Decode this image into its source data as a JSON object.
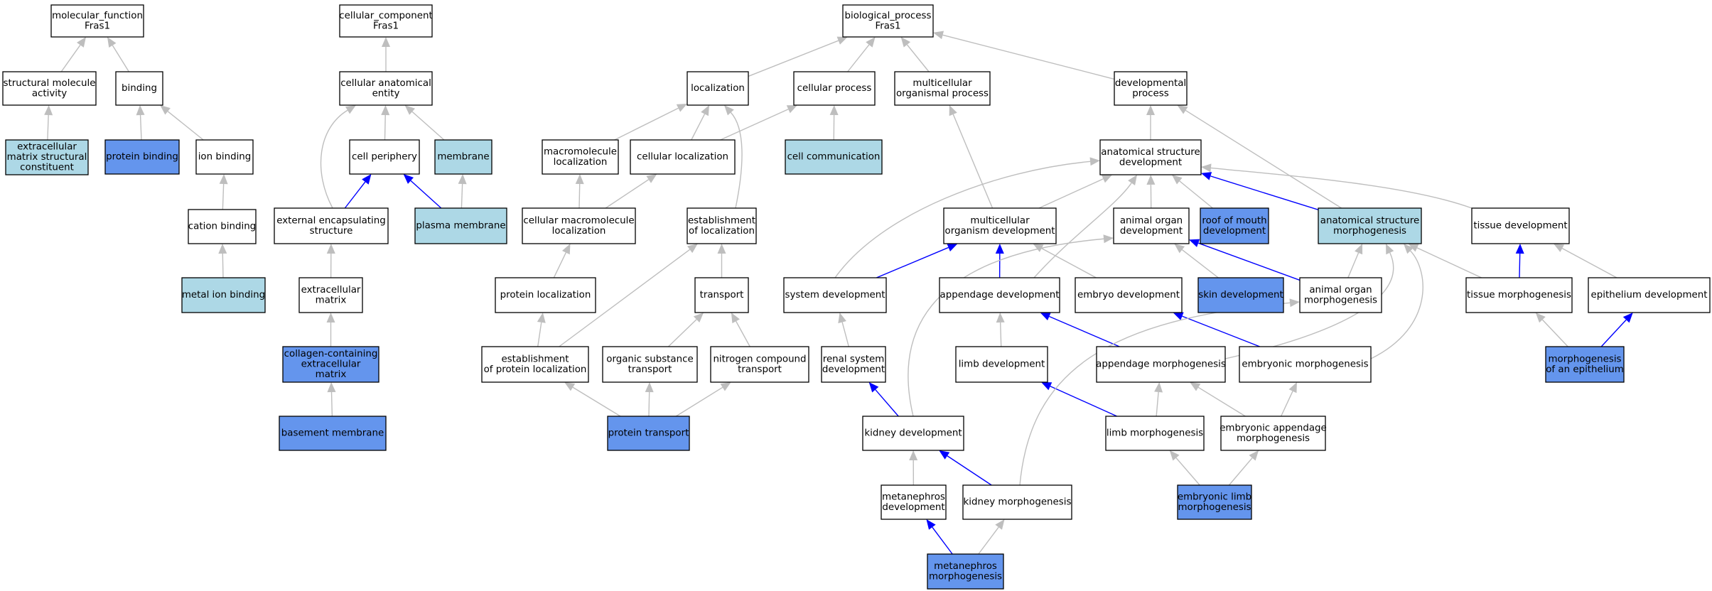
{
  "colors": {
    "plain": "#ffffff",
    "light": "#add8e6",
    "dark": "#6495ed",
    "edge_gray": "#bebebe",
    "edge_blue": "#0000ff",
    "border": "#000000"
  },
  "nodes": [
    {
      "id": "mf",
      "lines": [
        "molecular_function",
        "Fras1"
      ],
      "fill": "plain"
    },
    {
      "id": "sma",
      "lines": [
        "structural molecule",
        "activity"
      ],
      "fill": "plain"
    },
    {
      "id": "binding",
      "lines": [
        "binding"
      ],
      "fill": "plain"
    },
    {
      "id": "emsc",
      "lines": [
        "extracellular",
        "matrix structural",
        "constituent"
      ],
      "fill": "light"
    },
    {
      "id": "protbind",
      "lines": [
        "protein binding"
      ],
      "fill": "dark"
    },
    {
      "id": "ionbind",
      "lines": [
        "ion binding"
      ],
      "fill": "plain"
    },
    {
      "id": "catbind",
      "lines": [
        "cation binding"
      ],
      "fill": "plain"
    },
    {
      "id": "metalbind",
      "lines": [
        "metal ion binding"
      ],
      "fill": "light"
    },
    {
      "id": "cc",
      "lines": [
        "cellular_component",
        "Fras1"
      ],
      "fill": "plain"
    },
    {
      "id": "cae",
      "lines": [
        "cellular anatomical",
        "entity"
      ],
      "fill": "plain"
    },
    {
      "id": "cellper",
      "lines": [
        "cell periphery"
      ],
      "fill": "plain"
    },
    {
      "id": "membrane",
      "lines": [
        "membrane"
      ],
      "fill": "light"
    },
    {
      "id": "ees",
      "lines": [
        "external encapsulating",
        "structure"
      ],
      "fill": "plain"
    },
    {
      "id": "plasmamem",
      "lines": [
        "plasma membrane"
      ],
      "fill": "light"
    },
    {
      "id": "ecm",
      "lines": [
        "extracellular",
        "matrix"
      ],
      "fill": "plain"
    },
    {
      "id": "ccem",
      "lines": [
        "collagen-containing",
        "extracellular",
        "matrix"
      ],
      "fill": "dark"
    },
    {
      "id": "basement",
      "lines": [
        "basement membrane"
      ],
      "fill": "dark"
    },
    {
      "id": "bp",
      "lines": [
        "biological_process",
        "Fras1"
      ],
      "fill": "plain"
    },
    {
      "id": "loc",
      "lines": [
        "localization"
      ],
      "fill": "plain"
    },
    {
      "id": "cellproc",
      "lines": [
        "cellular process"
      ],
      "fill": "plain"
    },
    {
      "id": "multiproc",
      "lines": [
        "multicellular",
        "organismal process"
      ],
      "fill": "plain"
    },
    {
      "id": "devproc",
      "lines": [
        "developmental",
        "process"
      ],
      "fill": "plain"
    },
    {
      "id": "macroloc",
      "lines": [
        "macromolecule",
        "localization"
      ],
      "fill": "plain"
    },
    {
      "id": "cellloc",
      "lines": [
        "cellular localization"
      ],
      "fill": "plain"
    },
    {
      "id": "cellcomm",
      "lines": [
        "cell communication"
      ],
      "fill": "light"
    },
    {
      "id": "asd",
      "lines": [
        "anatomical structure",
        "development"
      ],
      "fill": "plain"
    },
    {
      "id": "cml",
      "lines": [
        "cellular macromolecule",
        "localization"
      ],
      "fill": "plain"
    },
    {
      "id": "estloc",
      "lines": [
        "establishment",
        "of localization"
      ],
      "fill": "plain"
    },
    {
      "id": "mod",
      "lines": [
        "multicellular",
        "organism development"
      ],
      "fill": "plain"
    },
    {
      "id": "aod",
      "lines": [
        "animal organ",
        "development"
      ],
      "fill": "plain"
    },
    {
      "id": "rmd",
      "lines": [
        "roof of mouth",
        "development"
      ],
      "fill": "dark"
    },
    {
      "id": "asm",
      "lines": [
        "anatomical structure",
        "morphogenesis"
      ],
      "fill": "light"
    },
    {
      "id": "tissuedev",
      "lines": [
        "tissue development"
      ],
      "fill": "plain"
    },
    {
      "id": "protloc",
      "lines": [
        "protein localization"
      ],
      "fill": "plain"
    },
    {
      "id": "transport",
      "lines": [
        "transport"
      ],
      "fill": "plain"
    },
    {
      "id": "sysdev",
      "lines": [
        "system development"
      ],
      "fill": "plain"
    },
    {
      "id": "appdev",
      "lines": [
        "appendage development"
      ],
      "fill": "plain"
    },
    {
      "id": "embdev",
      "lines": [
        "embryo development"
      ],
      "fill": "plain"
    },
    {
      "id": "skindev",
      "lines": [
        "skin development"
      ],
      "fill": "dark"
    },
    {
      "id": "aom",
      "lines": [
        "animal organ",
        "morphogenesis"
      ],
      "fill": "plain"
    },
    {
      "id": "tissmorph",
      "lines": [
        "tissue morphogenesis"
      ],
      "fill": "plain"
    },
    {
      "id": "epidev",
      "lines": [
        "epithelium development"
      ],
      "fill": "plain"
    },
    {
      "id": "estprotloc",
      "lines": [
        "establishment",
        "of protein localization"
      ],
      "fill": "plain"
    },
    {
      "id": "orgtrans",
      "lines": [
        "organic substance",
        "transport"
      ],
      "fill": "plain"
    },
    {
      "id": "nitrans",
      "lines": [
        "nitrogen compound",
        "transport"
      ],
      "fill": "plain"
    },
    {
      "id": "renal",
      "lines": [
        "renal system",
        "development"
      ],
      "fill": "plain"
    },
    {
      "id": "limbdev",
      "lines": [
        "limb development"
      ],
      "fill": "plain"
    },
    {
      "id": "appmorph",
      "lines": [
        "appendage morphogenesis"
      ],
      "fill": "plain"
    },
    {
      "id": "embmorph",
      "lines": [
        "embryonic morphogenesis"
      ],
      "fill": "plain"
    },
    {
      "id": "morphepi",
      "lines": [
        "morphogenesis",
        "of an epithelium"
      ],
      "fill": "dark"
    },
    {
      "id": "prottrans",
      "lines": [
        "protein transport"
      ],
      "fill": "dark"
    },
    {
      "id": "kidneydev",
      "lines": [
        "kidney development"
      ],
      "fill": "plain"
    },
    {
      "id": "limbmorph",
      "lines": [
        "limb morphogenesis"
      ],
      "fill": "plain"
    },
    {
      "id": "embappmorph",
      "lines": [
        "embryonic appendage",
        "morphogenesis"
      ],
      "fill": "plain"
    },
    {
      "id": "metadev",
      "lines": [
        "metanephros",
        "development"
      ],
      "fill": "plain"
    },
    {
      "id": "kidmorph",
      "lines": [
        "kidney morphogenesis"
      ],
      "fill": "plain"
    },
    {
      "id": "emblimb",
      "lines": [
        "embryonic limb",
        "morphogenesis"
      ],
      "fill": "dark"
    },
    {
      "id": "metamorph",
      "lines": [
        "metanephros",
        "morphogenesis"
      ],
      "fill": "dark"
    }
  ],
  "edges": [
    {
      "from": "sma",
      "to": "mf",
      "color": "gray"
    },
    {
      "from": "binding",
      "to": "mf",
      "color": "gray"
    },
    {
      "from": "emsc",
      "to": "sma",
      "color": "gray"
    },
    {
      "from": "protbind",
      "to": "binding",
      "color": "gray"
    },
    {
      "from": "ionbind",
      "to": "binding",
      "color": "gray"
    },
    {
      "from": "catbind",
      "to": "ionbind",
      "color": "gray"
    },
    {
      "from": "metalbind",
      "to": "catbind",
      "color": "gray"
    },
    {
      "from": "cae",
      "to": "cc",
      "color": "gray"
    },
    {
      "from": "cellper",
      "to": "cae",
      "color": "gray"
    },
    {
      "from": "membrane",
      "to": "cae",
      "color": "gray"
    },
    {
      "from": "ees",
      "to": "cae",
      "color": "gray"
    },
    {
      "from": "ees",
      "to": "cellper",
      "color": "blue"
    },
    {
      "from": "plasmamem",
      "to": "cellper",
      "color": "blue"
    },
    {
      "from": "plasmamem",
      "to": "membrane",
      "color": "gray"
    },
    {
      "from": "ecm",
      "to": "ees",
      "color": "gray"
    },
    {
      "from": "ccem",
      "to": "ecm",
      "color": "gray"
    },
    {
      "from": "basement",
      "to": "ccem",
      "color": "gray"
    },
    {
      "from": "loc",
      "to": "bp",
      "color": "gray"
    },
    {
      "from": "cellproc",
      "to": "bp",
      "color": "gray"
    },
    {
      "from": "multiproc",
      "to": "bp",
      "color": "gray"
    },
    {
      "from": "devproc",
      "to": "bp",
      "color": "gray"
    },
    {
      "from": "macroloc",
      "to": "loc",
      "color": "gray"
    },
    {
      "from": "cellloc",
      "to": "loc",
      "color": "gray"
    },
    {
      "from": "cellloc",
      "to": "cellproc",
      "color": "gray"
    },
    {
      "from": "cellcomm",
      "to": "cellproc",
      "color": "gray"
    },
    {
      "from": "estloc",
      "to": "loc",
      "color": "gray"
    },
    {
      "from": "asd",
      "to": "devproc",
      "color": "gray"
    },
    {
      "from": "cml",
      "to": "macroloc",
      "color": "gray"
    },
    {
      "from": "cml",
      "to": "cellloc",
      "color": "gray"
    },
    {
      "from": "mod",
      "to": "multiproc",
      "color": "gray"
    },
    {
      "from": "mod",
      "to": "asd",
      "color": "gray"
    },
    {
      "from": "aod",
      "to": "asd",
      "color": "gray"
    },
    {
      "from": "rmd",
      "to": "asd",
      "color": "gray"
    },
    {
      "from": "asm",
      "to": "asd",
      "color": "blue"
    },
    {
      "from": "asm",
      "to": "devproc",
      "color": "gray"
    },
    {
      "from": "tissuedev",
      "to": "asd",
      "color": "gray"
    },
    {
      "from": "protloc",
      "to": "cml",
      "color": "gray"
    },
    {
      "from": "transport",
      "to": "estloc",
      "color": "gray"
    },
    {
      "from": "sysdev",
      "to": "mod",
      "color": "blue"
    },
    {
      "from": "sysdev",
      "to": "asd",
      "color": "gray"
    },
    {
      "from": "appdev",
      "to": "mod",
      "color": "blue"
    },
    {
      "from": "appdev",
      "to": "asd",
      "color": "gray"
    },
    {
      "from": "embdev",
      "to": "mod",
      "color": "gray"
    },
    {
      "from": "skindev",
      "to": "aod",
      "color": "gray"
    },
    {
      "from": "aom",
      "to": "aod",
      "color": "blue"
    },
    {
      "from": "aom",
      "to": "asm",
      "color": "gray"
    },
    {
      "from": "tissmorph",
      "to": "tissuedev",
      "color": "blue"
    },
    {
      "from": "tissmorph",
      "to": "asm",
      "color": "gray"
    },
    {
      "from": "epidev",
      "to": "tissuedev",
      "color": "gray"
    },
    {
      "from": "estprotloc",
      "to": "protloc",
      "color": "gray"
    },
    {
      "from": "estprotloc",
      "to": "estloc",
      "color": "gray"
    },
    {
      "from": "orgtrans",
      "to": "transport",
      "color": "gray"
    },
    {
      "from": "nitrans",
      "to": "transport",
      "color": "gray"
    },
    {
      "from": "renal",
      "to": "sysdev",
      "color": "gray"
    },
    {
      "from": "limbdev",
      "to": "appdev",
      "color": "gray"
    },
    {
      "from": "appmorph",
      "to": "appdev",
      "color": "blue"
    },
    {
      "from": "appmorph",
      "to": "asm",
      "color": "gray"
    },
    {
      "from": "embmorph",
      "to": "embdev",
      "color": "blue"
    },
    {
      "from": "embmorph",
      "to": "asm",
      "color": "gray"
    },
    {
      "from": "morphepi",
      "to": "tissmorph",
      "color": "gray"
    },
    {
      "from": "morphepi",
      "to": "epidev",
      "color": "blue"
    },
    {
      "from": "prottrans",
      "to": "estprotloc",
      "color": "gray"
    },
    {
      "from": "prottrans",
      "to": "orgtrans",
      "color": "gray"
    },
    {
      "from": "prottrans",
      "to": "nitrans",
      "color": "gray"
    },
    {
      "from": "kidneydev",
      "to": "renal",
      "color": "blue"
    },
    {
      "from": "kidneydev",
      "to": "aod",
      "color": "gray"
    },
    {
      "from": "limbmorph",
      "to": "limbdev",
      "color": "blue"
    },
    {
      "from": "limbmorph",
      "to": "appmorph",
      "color": "gray"
    },
    {
      "from": "embappmorph",
      "to": "appmorph",
      "color": "gray"
    },
    {
      "from": "embappmorph",
      "to": "embmorph",
      "color": "gray"
    },
    {
      "from": "metadev",
      "to": "kidneydev",
      "color": "gray"
    },
    {
      "from": "kidmorph",
      "to": "kidneydev",
      "color": "blue"
    },
    {
      "from": "kidmorph",
      "to": "aom",
      "color": "gray"
    },
    {
      "from": "emblimb",
      "to": "limbmorph",
      "color": "gray"
    },
    {
      "from": "emblimb",
      "to": "embappmorph",
      "color": "gray"
    },
    {
      "from": "metamorph",
      "to": "metadev",
      "color": "blue"
    },
    {
      "from": "metamorph",
      "to": "kidmorph",
      "color": "gray"
    }
  ]
}
